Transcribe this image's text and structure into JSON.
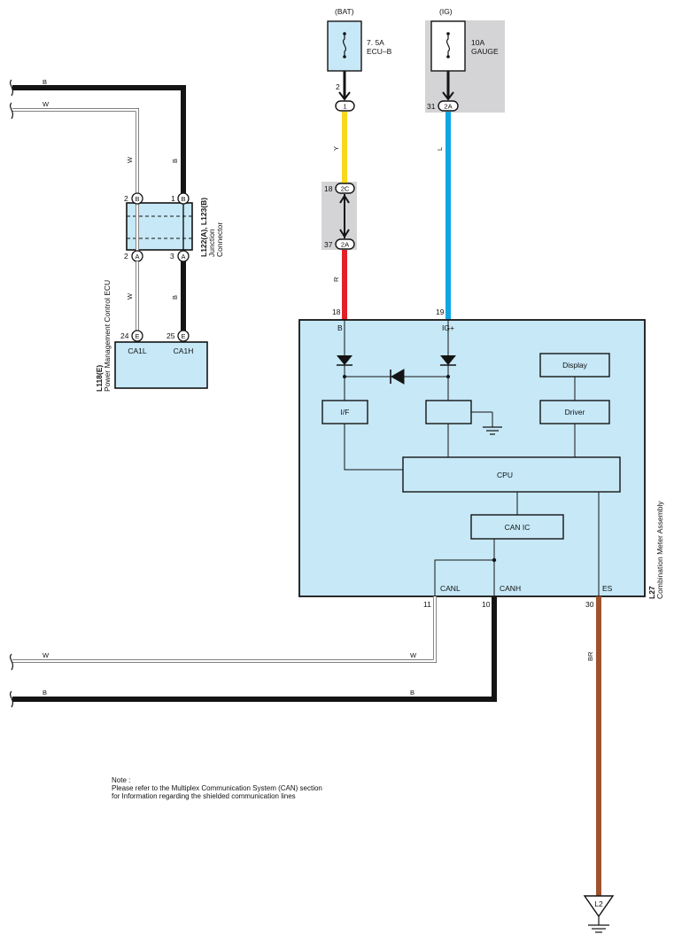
{
  "colors": {
    "module_fill": "#c6e8f7",
    "shade": "#d4d4d6",
    "wire_black": "#141414",
    "wire_white": "#ffffff",
    "wire_yellow": "#f8d81a",
    "wire_red": "#e2202a",
    "wire_blue": "#10a6e4",
    "wire_brown": "#a0522d"
  },
  "fuses": {
    "bat": {
      "source": "(BAT)",
      "rating": "7. 5A",
      "name": "ECU–B",
      "pin": "2",
      "connector": "1"
    },
    "ig": {
      "source": "(IG)",
      "rating": "10A",
      "name": "GAUGE",
      "pin": "31",
      "connector": "2A"
    }
  },
  "wires": {
    "yellow": "Y",
    "red": "R",
    "blue": "L",
    "brown": "BR",
    "white": "W",
    "black": "B"
  },
  "junction": {
    "name": "L122(A), L123(B)",
    "label_1": "Junction",
    "label_2": "Connector",
    "top_left_pin": "2",
    "top_left_conn": "B",
    "top_right_pin": "1",
    "top_right_conn": "B",
    "bottom_left_pin": "2",
    "bottom_left_conn": "A",
    "bottom_right_pin": "3",
    "bottom_right_conn": "A"
  },
  "inline_connector": {
    "upper_pin": "18",
    "upper_conn": "2C",
    "lower_pin": "37",
    "lower_conn": "2A"
  },
  "pm_ecu": {
    "id": "L118(E)",
    "name": "Power Management Control ECU",
    "pin_left": "24",
    "pin_right": "25",
    "conn": "E",
    "term_left": "CA1L",
    "term_right": "CA1H"
  },
  "meter": {
    "id": "L27",
    "name": "Combination Meter Assembly",
    "pin_b": "18",
    "pin_ig": "19",
    "term_b": "B",
    "term_ig": "IG+",
    "blocks": {
      "display": "Display",
      "driver": "Driver",
      "if": "I/F",
      "cpu": "CPU",
      "can_ic": "CAN IC"
    },
    "term_canl": "CANL",
    "term_canh": "CANH",
    "term_es": "ES",
    "pin_canl": "11",
    "pin_canh": "10",
    "pin_es": "30"
  },
  "ground": {
    "label": "L2"
  },
  "note": {
    "title": "Note :",
    "line1": "Please refer to the Multiplex Communication System (CAN) section",
    "line2": "for Information regarding the shielded communication lines"
  }
}
